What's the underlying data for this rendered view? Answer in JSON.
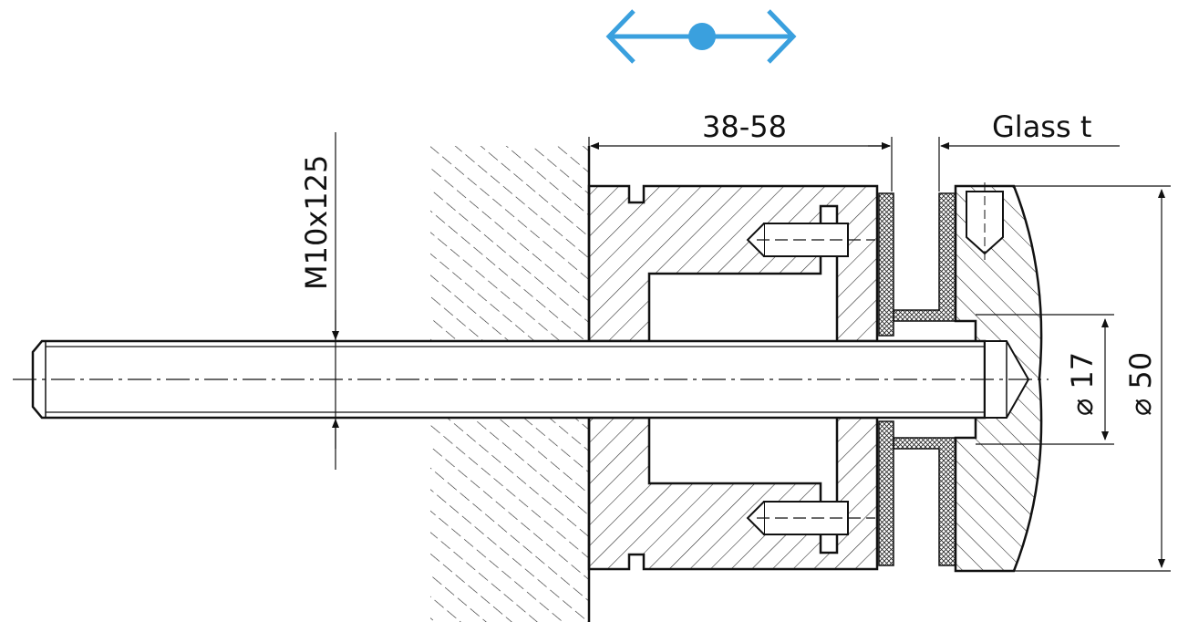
{
  "movement_indicator": {
    "icon": "double-arrow-with-pivot",
    "color": "#3aa0de"
  },
  "dimensions": {
    "thread": "M10x125",
    "adjust_range": "38-58",
    "glass_thickness": "Glass t",
    "small_diameter": "⌀ 17",
    "large_diameter": "⌀ 50"
  },
  "colors": {
    "line": "#111111",
    "arrow": "#3aa0de"
  }
}
